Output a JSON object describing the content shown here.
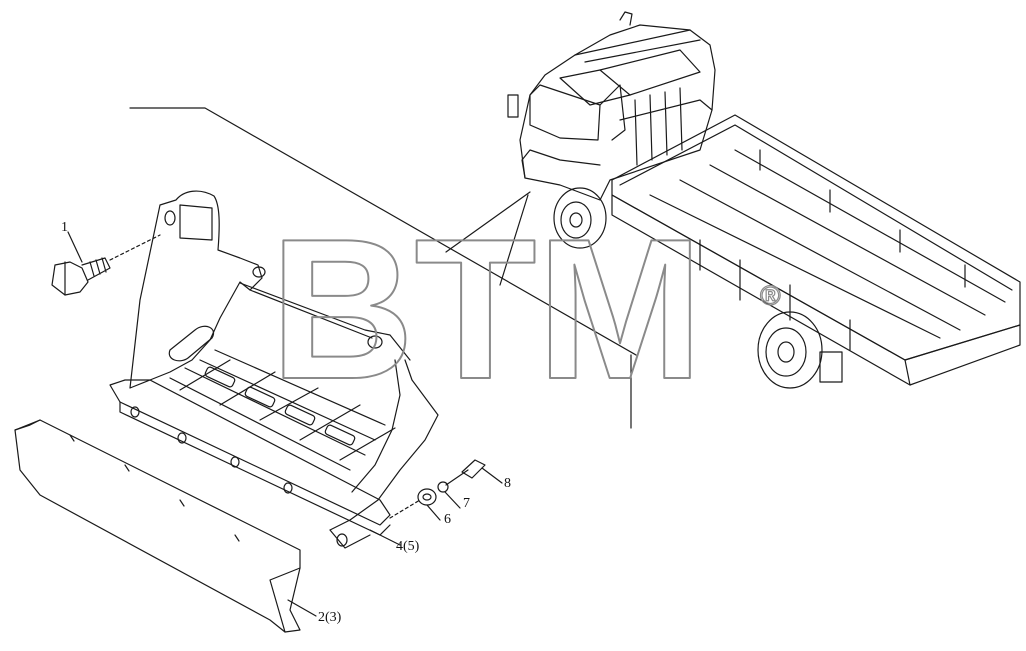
{
  "watermark": {
    "text": "BTM",
    "registered_mark": "®"
  },
  "callouts": [
    {
      "id": "part-1",
      "text": "1"
    },
    {
      "id": "part-2-3",
      "text": "2(3)"
    },
    {
      "id": "part-4-5",
      "text": "4(5)"
    },
    {
      "id": "part-6",
      "text": "6"
    },
    {
      "id": "part-7",
      "text": "7"
    },
    {
      "id": "part-8",
      "text": "8"
    }
  ],
  "colors": {
    "line": "#1a1a1a",
    "watermark_stroke": "#8a8a8a",
    "background": "#ffffff"
  }
}
